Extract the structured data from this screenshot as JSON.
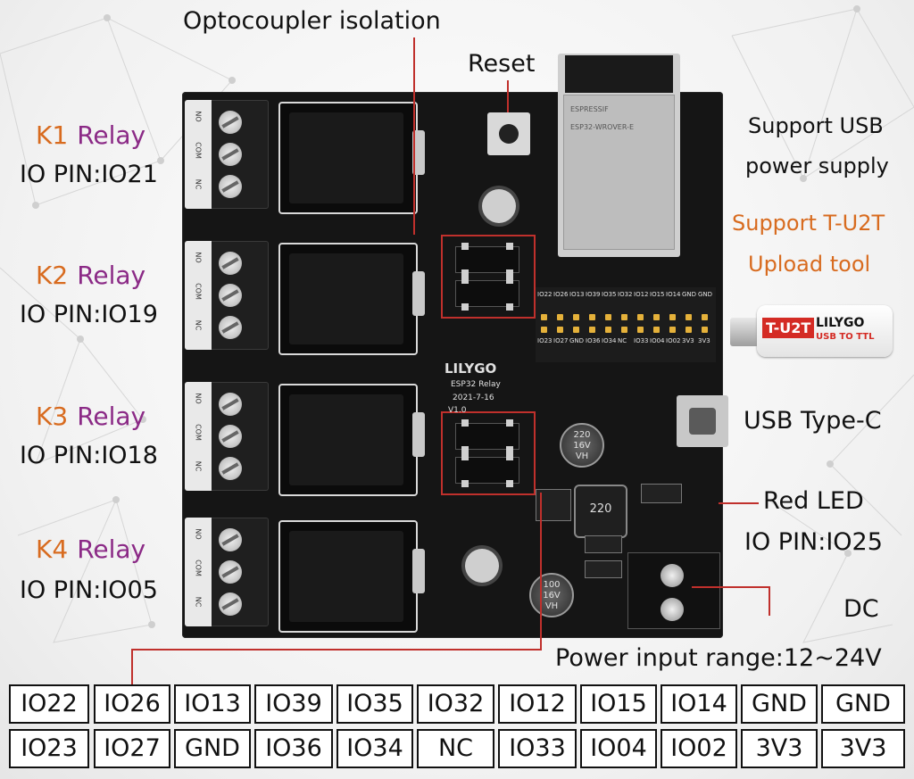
{
  "annotations": {
    "optocoupler": "Optocoupler isolation",
    "reset": "Reset",
    "usb_power": [
      "Support USB",
      "power supply"
    ],
    "t_u2t": [
      "Support T-U2T",
      "Upload tool"
    ],
    "usb_type_c": "USB Type-C",
    "red_led": "Red LED",
    "red_led_pin": "IO PIN:IO25",
    "dc": "DC",
    "power_range": "Power input range:12~24V"
  },
  "relays": [
    {
      "name": "K1",
      "label": "Relay",
      "pin": "IO PIN:IO21"
    },
    {
      "name": "K2",
      "label": "Relay",
      "pin": "IO PIN:IO19"
    },
    {
      "name": "K3",
      "label": "Relay",
      "pin": "IO PIN:IO18"
    },
    {
      "name": "K4",
      "label": "Relay",
      "pin": "IO PIN:IO05"
    }
  ],
  "board": {
    "brand": "LILYGO",
    "model": "ESP32 Relay",
    "date": "2021-7-16",
    "version": "V1.0",
    "module_brand": "ESPRESSIF",
    "module_name": "ESP32-WROVER-E",
    "terminal_labels": [
      "NO",
      "COM",
      "NC"
    ],
    "capacitor_large": [
      "220",
      "16V",
      "VH"
    ],
    "capacitor_small": [
      "100",
      "16V",
      "VH"
    ],
    "inductor": "220",
    "header_top": [
      "IO22",
      "IO26",
      "IO13",
      "IO39",
      "IO35",
      "IO32",
      "IO12",
      "IO15",
      "IO14",
      "GND",
      "GND"
    ],
    "header_bottom": [
      "IO23",
      "IO27",
      "GND",
      "IO36",
      "IO34",
      "NC",
      "IO33",
      "IO04",
      "IO02",
      "3V3",
      "3V3"
    ]
  },
  "tool": {
    "badge": "T-U2T",
    "brand": "LILYGO",
    "sub": "USB TO TTL"
  },
  "pin_table": {
    "row1": [
      "IO22",
      "IO26",
      "IO13",
      "IO39",
      "IO35",
      "IO32",
      "IO12",
      "IO15",
      "IO14",
      "GND",
      "GND"
    ],
    "row2": [
      "IO23",
      "IO27",
      "GND",
      "IO36",
      "IO34",
      "NC",
      "IO33",
      "IO04",
      "IO02",
      "3V3",
      "3V3"
    ]
  },
  "colors": {
    "accent_orange": "#d86b1f",
    "accent_purple": "#8b2a86",
    "callout_red": "#c0302c",
    "pcb": "#151515"
  }
}
